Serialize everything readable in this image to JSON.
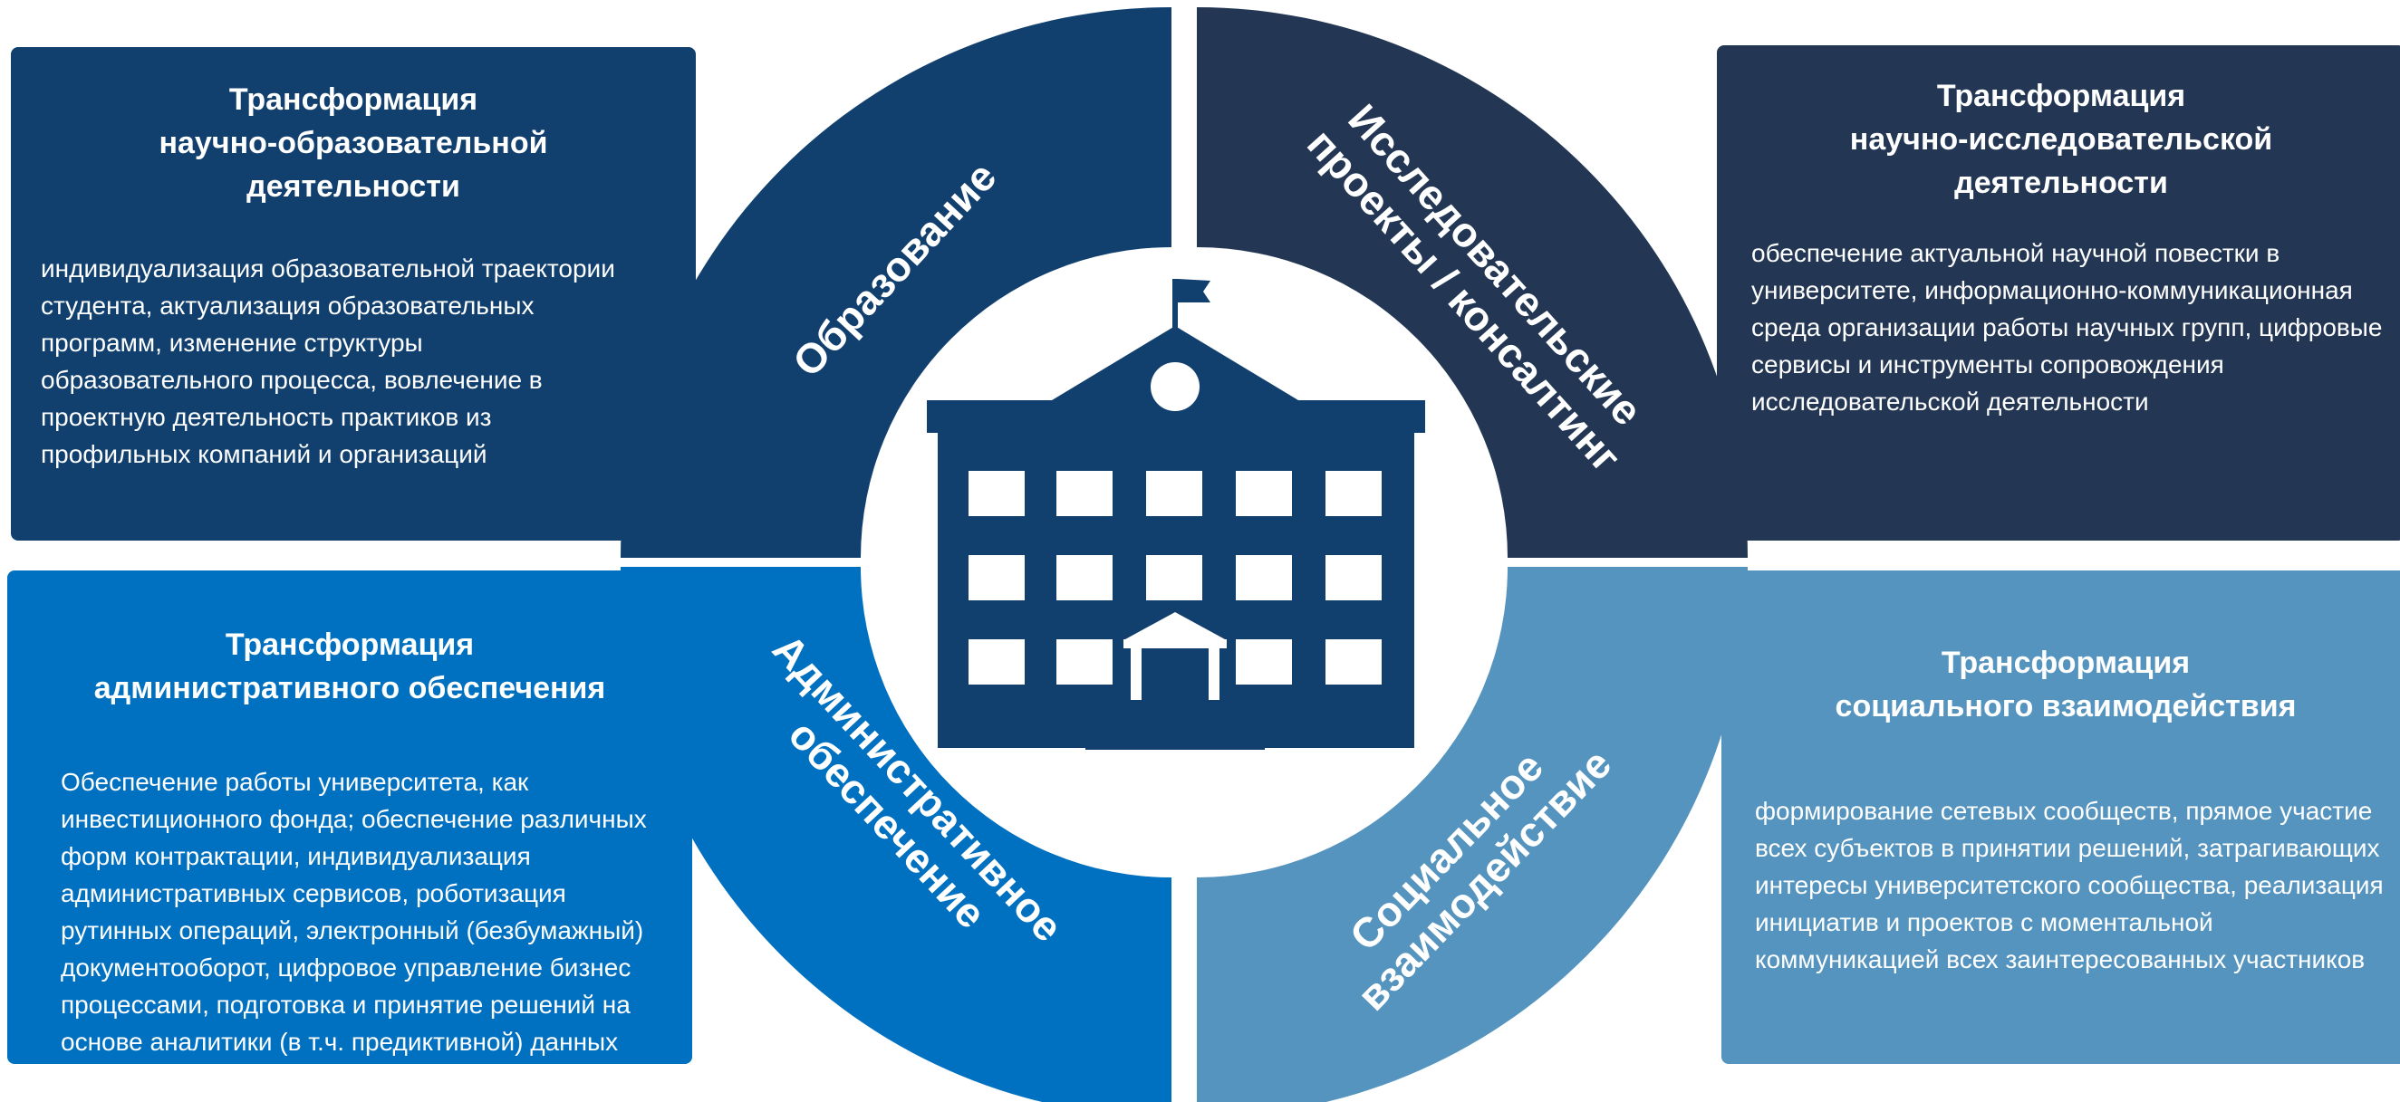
{
  "colors": {
    "education": "#11406F",
    "research": "#233754",
    "administration": "#0070C0",
    "social": "#5594BE",
    "building": "#11406F",
    "background": "#FFFFFF"
  },
  "center": {
    "icon": "university-building-icon"
  },
  "quadrants": {
    "education": {
      "ring_label": "Образование",
      "box_title": "Трансформация\nнаучно-образовательной\nдеятельности",
      "box_text": "индивидуализация образовательной траектории\nстудента, актуализация образовательных\nпрограмм, изменение структуры\nобразовательного процесса, вовлечение в\nпроектную деятельность практиков из\nпрофильных компаний и организаций"
    },
    "research": {
      "ring_label_line1": "Исследовательские",
      "ring_label_line2": "проекты / консалтинг",
      "box_title": "Трансформация\nнаучно-исследовательской\nдеятельности",
      "box_text": "обеспечение актуальной научной повестки в\nуниверситете, информационно-коммуникационная\nсреда организации работы научных групп, цифровые\nсервисы и инструменты сопровождения\nисследовательской деятельности"
    },
    "administration": {
      "ring_label_line1": "Административное",
      "ring_label_line2": "обеспечение",
      "box_title": "Трансформация\nадминистративного обеспечения",
      "box_text": "Обеспечение работы университета, как\nинвестиционного фонда; обеспечение различных\nформ контрактации, индивидуализация\nадминистративных сервисов, роботизация\nрутинных операций, электронный (безбумажный)\nдокументооборот, цифровое управление бизнес\nпроцессами, подготовка и принятие решений на\nоснове аналитики (в т.ч. предиктивной) данных"
    },
    "social": {
      "ring_label_line1": "Социальное",
      "ring_label_line2": "взаимодействие",
      "box_title": "Трансформация\nсоциального взаимодействия",
      "box_text": "формирование сетевых сообществ, прямое участие\nвсех субъектов в принятии решений, затрагивающих\nинтересы университетского сообщества, реализация\nинициатив и проектов с моментальной\nкоммуникацией всех заинтересованных участников"
    }
  }
}
